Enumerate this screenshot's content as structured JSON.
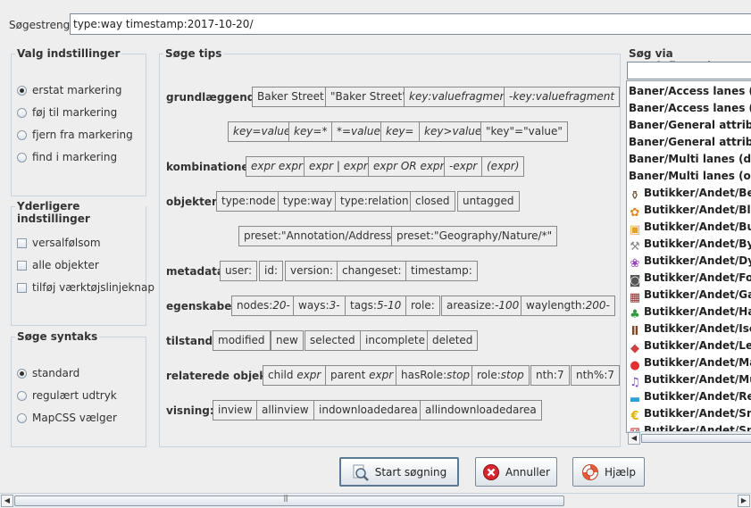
{
  "search": {
    "label": "Søgestreng:",
    "value": "type:way timestamp:2017-10-20/"
  },
  "valg": {
    "title": "Valg indstillinger",
    "options": [
      {
        "label": "erstat markering",
        "checked": true
      },
      {
        "label": "føj til markering",
        "checked": false
      },
      {
        "label": "fjern fra markering",
        "checked": false
      },
      {
        "label": "find i markering",
        "checked": false
      }
    ]
  },
  "yderligere": {
    "title": "Yderligere indstillinger",
    "options": [
      {
        "label": "versalfølsom",
        "checked": false
      },
      {
        "label": "alle objekter",
        "checked": false
      },
      {
        "label": "tilføj værktøjslinjeknap",
        "checked": false
      }
    ]
  },
  "syntaks": {
    "title": "Søge syntaks",
    "options": [
      {
        "label": "standard",
        "checked": true
      },
      {
        "label": "regulært udtryk",
        "checked": false
      },
      {
        "label": "MapCSS vælger",
        "checked": false
      }
    ]
  },
  "tips": {
    "title": "Søge tips",
    "labels": {
      "basic": "grundlæggende:",
      "combinations": "kombinationer:",
      "objects": "objekter:",
      "metadata": "metadata:",
      "properties": "egenskaber:",
      "state": "tilstand:",
      "related": "relaterede objekter:",
      "view": "visning:"
    },
    "basic": [
      "Baker Street",
      "\"Baker Street\"",
      "key:valuefragment",
      "-key:valuefragment"
    ],
    "basic2": [
      "key=value",
      "key=*",
      "*=value",
      "key=",
      "key>value",
      "\"key\"=\"value\""
    ],
    "combinations": [
      "expr expr",
      "expr | expr",
      "expr OR expr",
      "-expr",
      "(expr)"
    ],
    "objects": [
      "type:node",
      "type:way",
      "type:relation",
      "closed",
      "untagged"
    ],
    "objects2": [
      "preset:\"Annotation/Address\"",
      "preset:\"Geography/Nature/*\""
    ],
    "metadata": [
      "user:",
      "id:",
      "version:",
      "changeset:",
      "timestamp:"
    ],
    "properties": [
      {
        "k": "nodes:",
        "v": "20-"
      },
      {
        "k": "ways:",
        "v": "3-"
      },
      {
        "k": "tags:",
        "v": "5-10"
      },
      {
        "k": "role:",
        "v": ""
      },
      {
        "k": "areasize:",
        "v": "-100"
      },
      {
        "k": "waylength:",
        "v": "200-"
      }
    ],
    "state": [
      "modified",
      "new",
      "selected",
      "incomplete",
      "deleted"
    ],
    "related": [
      {
        "k": "child ",
        "v": "expr"
      },
      {
        "k": "parent ",
        "v": "expr"
      },
      {
        "k": "hasRole:",
        "v": "stop"
      },
      {
        "k": "role:",
        "v": "stop"
      },
      {
        "k": "nth:7",
        "v": ""
      },
      {
        "k": "nth%:7",
        "v": ""
      }
    ],
    "view": [
      "inview",
      "allinview",
      "indownloadedarea",
      "allindownloadedarea"
    ]
  },
  "presets": {
    "title": "Søg via prædefinerede",
    "items": [
      {
        "label": "Baner/Access lanes (dualw",
        "icon": "none"
      },
      {
        "label": "Baner/Access lanes (onew",
        "icon": "none"
      },
      {
        "label": "Baner/General attributes (",
        "icon": "none"
      },
      {
        "label": "Baner/General attributes (",
        "icon": "none"
      },
      {
        "label": "Baner/Multi lanes (dualwa",
        "icon": "none"
      },
      {
        "label": "Baner/Multi lanes (oneway",
        "icon": "none"
      },
      {
        "label": "Butikker/Andet/Bedema",
        "icon": "coffin-icon"
      },
      {
        "label": "Butikker/Andet/Blomst",
        "icon": "flower-icon"
      },
      {
        "label": "Butikker/Andet/Butiksc",
        "icon": "shop-bag-icon"
      },
      {
        "label": "Butikker/Andet/Bygge",
        "icon": "tools-icon"
      },
      {
        "label": "Butikker/Andet/Dyreha",
        "icon": "paw-icon"
      },
      {
        "label": "Butikker/Andet/Foto",
        "icon": "camera-icon"
      },
      {
        "label": "Butikker/Andet/Gave/S",
        "icon": "gift-icon"
      },
      {
        "label": "Butikker/Andet/Havece",
        "icon": "plant-icon"
      },
      {
        "label": "Butikker/Andet/Isenkra",
        "icon": "kitchen-icon"
      },
      {
        "label": "Butikker/Andet/Legete",
        "icon": "cube-toy-icon"
      },
      {
        "label": "Butikker/Andet/Maling",
        "icon": "paint-icon"
      },
      {
        "label": "Butikker/Andet/Musik",
        "icon": "music-icon"
      },
      {
        "label": "Butikker/Andet/Rejseb",
        "icon": "suitcase-icon"
      },
      {
        "label": "Butikker/Andet/Småtin",
        "icon": "euro-icon"
      },
      {
        "label": "Butikker/Andet/Spilleb",
        "icon": "dice-icon"
      }
    ],
    "icon_colors": {
      "coffin-icon": "#6b4a2b",
      "flower-icon": "#d98b1f",
      "shop-bag-icon": "#e6a02a",
      "tools-icon": "#8a8a8a",
      "paw-icon": "#9a3fc0",
      "camera-icon": "#555555",
      "gift-icon": "#8b2e2e",
      "plant-icon": "#2e9a3a",
      "kitchen-icon": "#7a4b2a",
      "cube-toy-icon": "#d04040",
      "paint-icon": "#e03030",
      "music-icon": "#7a44b8",
      "suitcase-icon": "#2aa0d8",
      "euro-icon": "#e8b200",
      "dice-icon": "#cc3333"
    }
  },
  "buttons": {
    "search": "Start søgning",
    "cancel": "Annuller",
    "help": "Hjælp"
  },
  "colors": {
    "cancel_icon": "#d8262f",
    "help_icon": "#e25a3a",
    "search_icon": "#6a8fb8"
  }
}
